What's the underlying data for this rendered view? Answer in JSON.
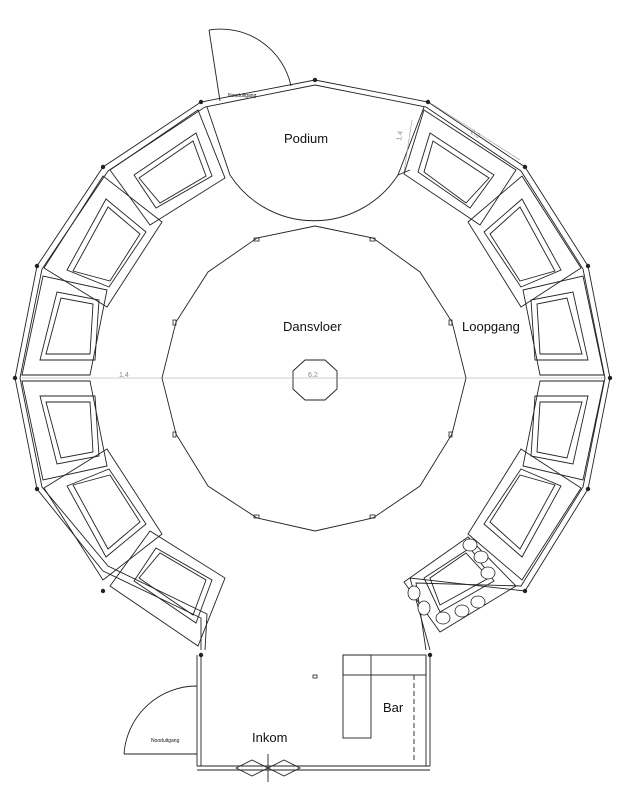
{
  "labels": {
    "podium": "Podium",
    "dansvloer": "Dansvloer",
    "loopgang": "Loopgang",
    "bar": "Bar",
    "inkom": "Inkom",
    "exit_top": "Nooduitgang",
    "exit_bottom": "Nooduitgang"
  },
  "dimensions": {
    "segment": "2.3",
    "podium_side": "1.4",
    "radius": "1.4",
    "center": "6.2"
  }
}
